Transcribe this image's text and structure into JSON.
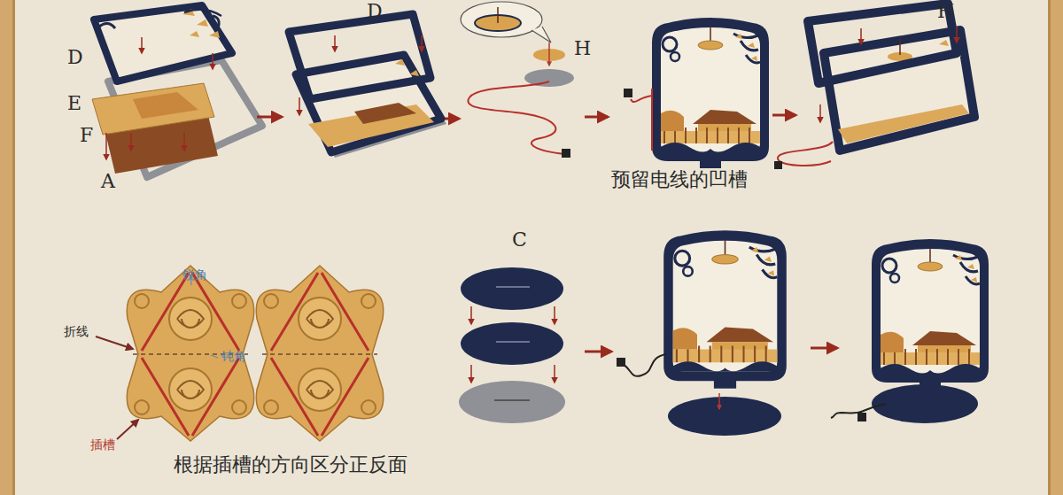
{
  "diagram": {
    "labels": [
      "D",
      "E",
      "F",
      "A",
      "D",
      "H",
      "H",
      "预留电线的凹槽",
      "C",
      "锐角",
      "折线",
      "钝角",
      "插槽",
      "根据插槽的方向区分正反面"
    ]
  }
}
